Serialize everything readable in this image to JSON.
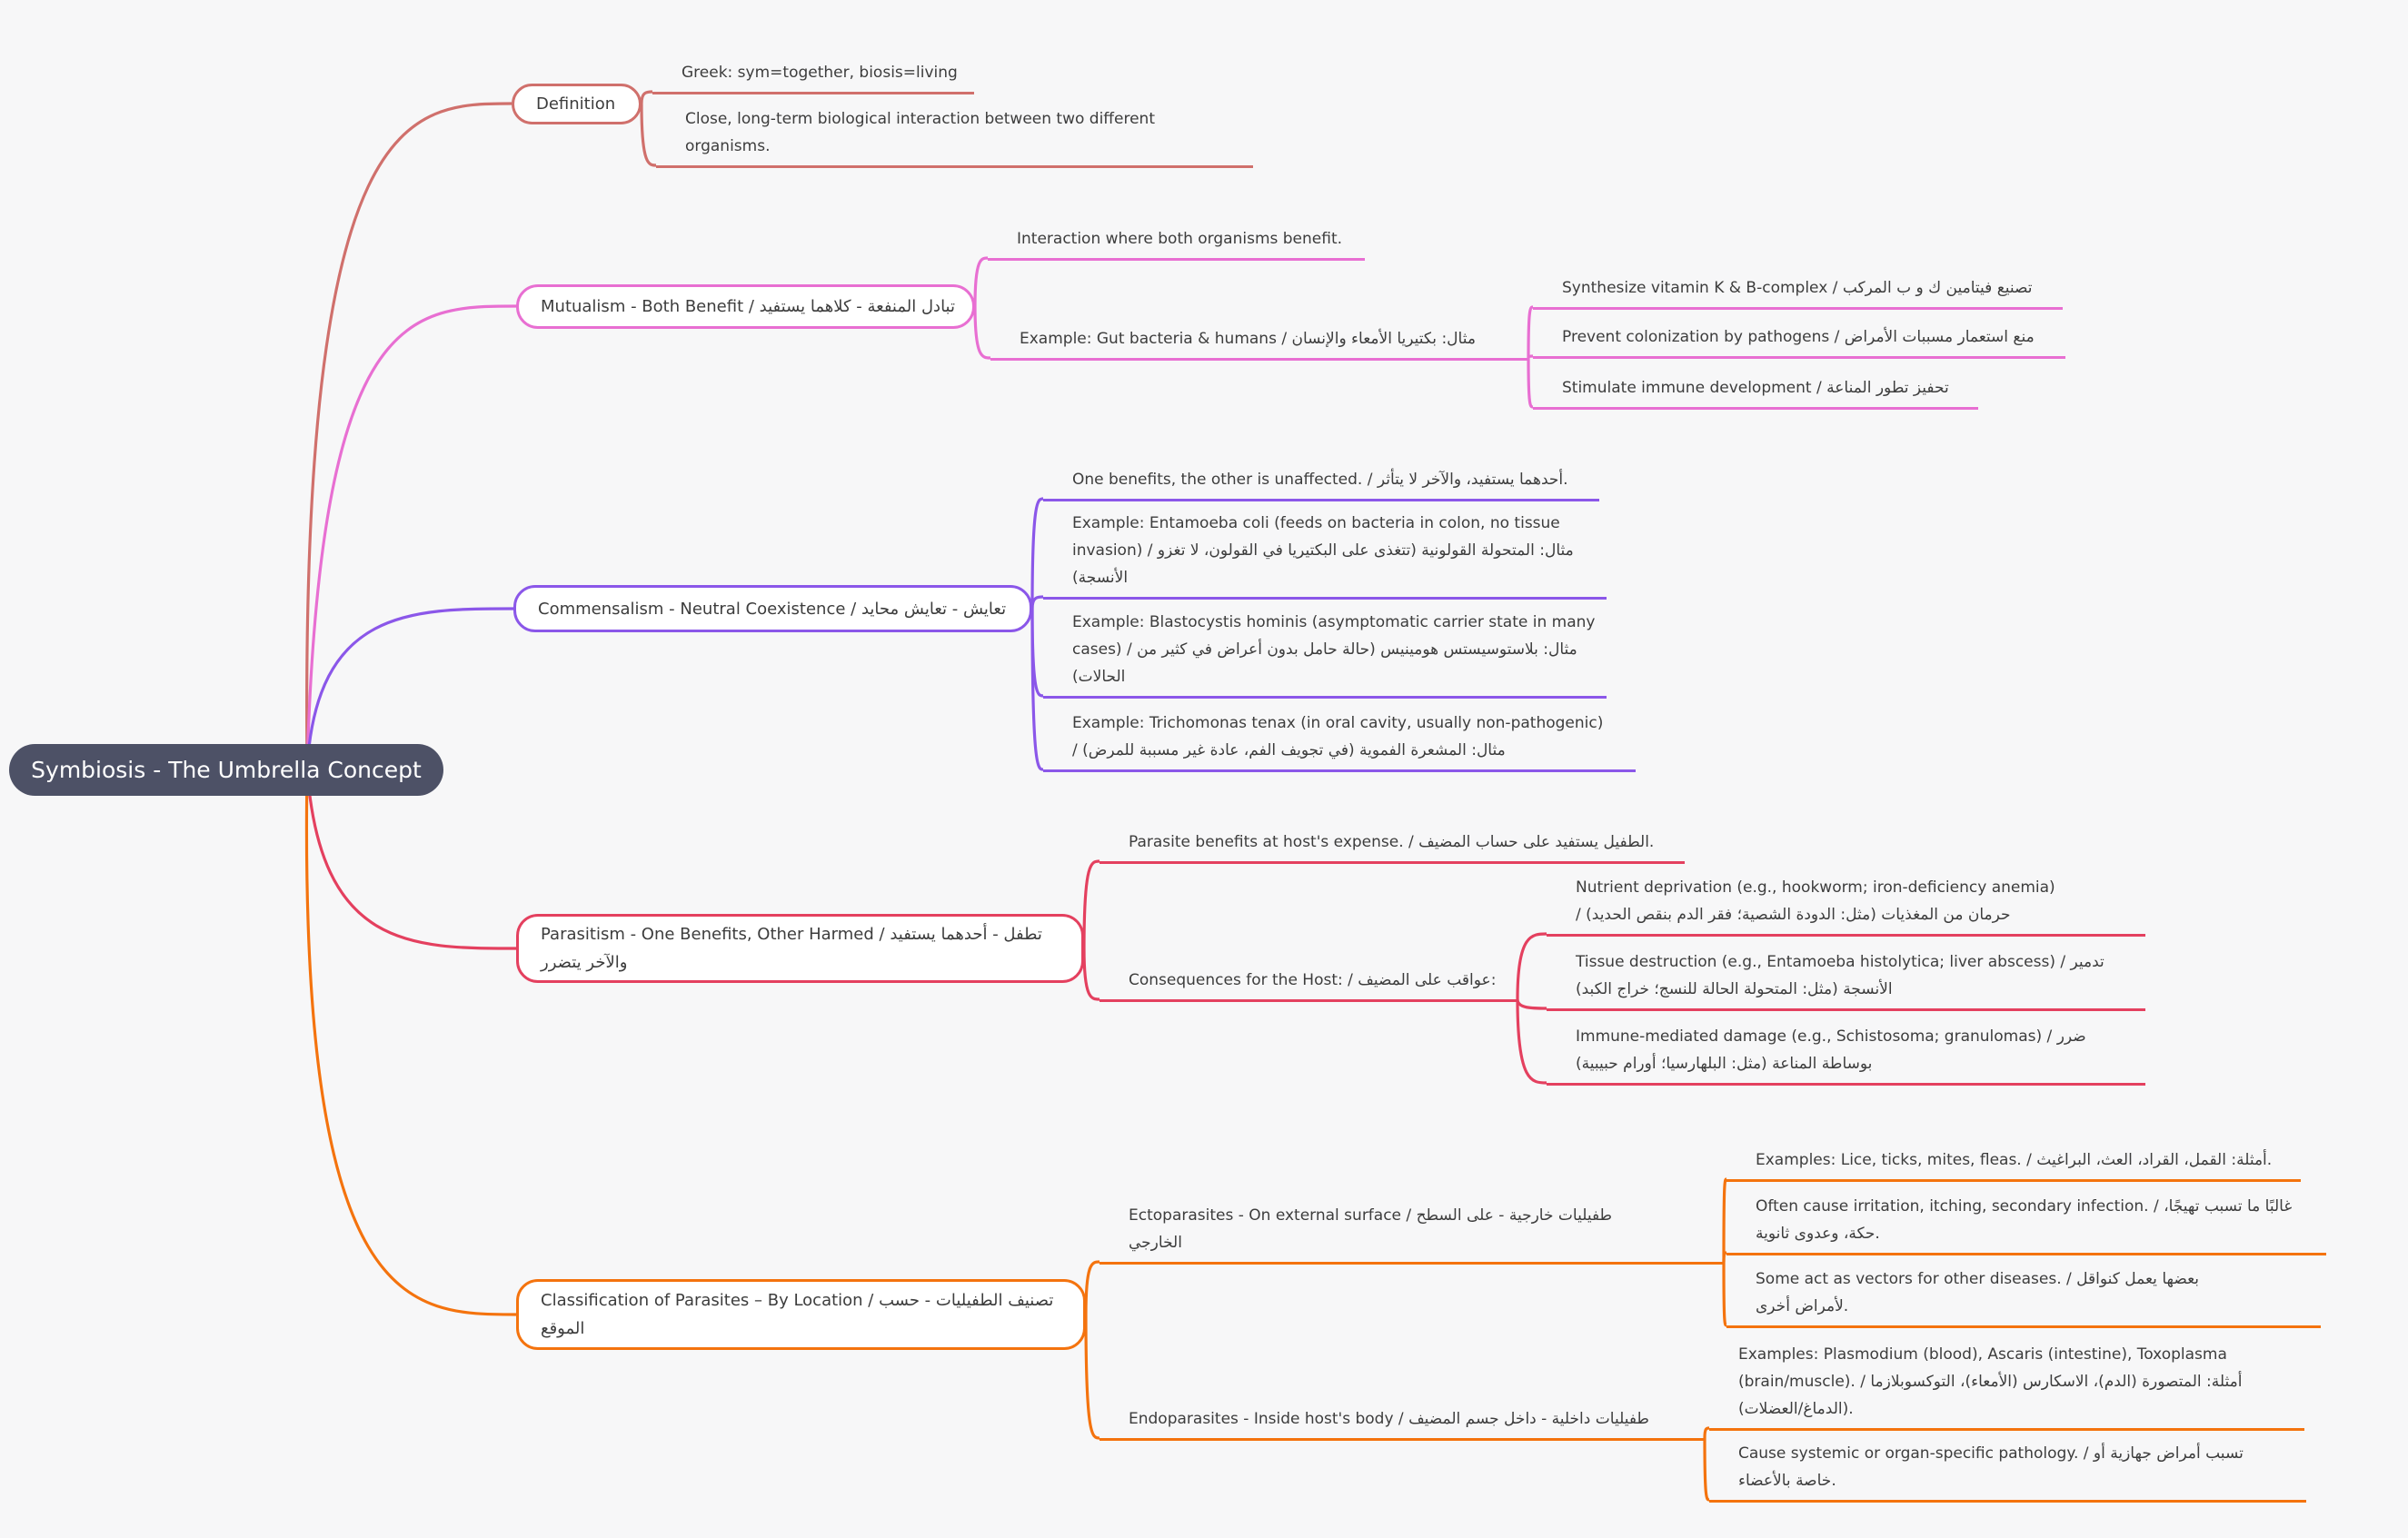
{
  "colors": {
    "background": "#f7f7f8",
    "root_bg": "#4d5166",
    "root_text": "#ffffff",
    "text": "#3d3d3d",
    "definition": "#d0706c",
    "mutualism": "#e86fd2",
    "commensalism": "#8b57e9",
    "parasitism": "#e4405f",
    "classification": "#f4730e"
  },
  "root": {
    "label": "Symbiosis - The Umbrella Concept"
  },
  "branches": [
    {
      "id": "definition",
      "label": "Definition",
      "color": "#d0706c",
      "children": [
        {
          "label": "Greek: sym=together, biosis=living"
        },
        {
          "label": "Close, long-term biological interaction between two different organisms."
        }
      ]
    },
    {
      "id": "mutualism",
      "label": "Mutualism - Both Benefit / تبادل المنفعة - كلاهما يستفيد",
      "color": "#e86fd2",
      "children": [
        {
          "label": "Interaction where both organisms benefit."
        },
        {
          "label": "Example: Gut bacteria & humans / مثال: بكتيريا الأمعاء والإنسان",
          "children": [
            {
              "label": "Synthesize vitamin K & B-complex / تصنيع فيتامين ك و ب المركب"
            },
            {
              "label": "Prevent colonization by pathogens / منع استعمار مسببات الأمراض"
            },
            {
              "label": "Stimulate immune development / تحفيز تطور المناعة"
            }
          ]
        }
      ]
    },
    {
      "id": "commensalism",
      "label": "Commensalism - Neutral Coexistence / تعايش - تعايش محايد",
      "color": "#8b57e9",
      "children": [
        {
          "label": "One benefits, the other is unaffected. / أحدهما يستفيد، والآخر لا يتأثر."
        },
        {
          "label": "Example: Entamoeba coli (feeds on bacteria in colon, no tissue invasion) / مثال: المتحولة القولونية (تتغذى على البكتيريا في القولون، لا تغزو الأنسجة)"
        },
        {
          "label": "Example: Blastocystis hominis (asymptomatic carrier state in many cases) / مثال: بلاستوسيستس هومينيس (حالة حامل بدون أعراض في كثير من الحالات)"
        },
        {
          "label": "Example: Trichomonas tenax (in oral cavity, usually non-pathogenic) / مثال: المشعرة الفموية (في تجويف الفم، عادة غير مسببة للمرض)"
        }
      ]
    },
    {
      "id": "parasitism",
      "label": "Parasitism - One Benefits, Other Harmed / تطفل - أحدهما يستفيد والآخر يتضرر",
      "color": "#e4405f",
      "children": [
        {
          "label": "Parasite benefits at host's expense. / الطفيل يستفيد على حساب المضيف."
        },
        {
          "label": "Consequences for the Host: / عواقب على المضيف:",
          "children": [
            {
              "label": "Nutrient deprivation (e.g., hookworm; iron-deficiency anemia) / حرمان من المغذيات (مثل: الدودة الشصية؛ فقر الدم بنقص الحديد)"
            },
            {
              "label": "Tissue destruction (e.g., Entamoeba histolytica; liver abscess) / تدمير الأنسجة (مثل: المتحولة الحالة للنسج؛ خراج الكبد)"
            },
            {
              "label": "Immune-mediated damage (e.g., Schistosoma; granulomas) / ضرر بوساطة المناعة (مثل: البلهارسيا؛ أورام حبيبية)"
            }
          ]
        }
      ]
    },
    {
      "id": "classification",
      "label": "Classification of Parasites – By Location / تصنيف الطفيليات - حسب الموقع",
      "color": "#f4730e",
      "children": [
        {
          "label": "Ectoparasites - On external surface / طفيليات خارجية - على السطح الخارجي",
          "children": [
            {
              "label": "Examples: Lice, ticks, mites, fleas. / أمثلة: القمل، القراد، العث، البراغيث."
            },
            {
              "label": "Often cause irritation, itching, secondary infection. / غالبًا ما تسبب تهيجًا، حكة، وعدوى ثانوية."
            },
            {
              "label": "Some act as vectors for other diseases. / بعضها يعمل كنواقل لأمراض أخرى."
            }
          ]
        },
        {
          "label": "Endoparasites - Inside host's body / طفيليات داخلية - داخل جسم المضيف",
          "children": [
            {
              "label": "Examples: Plasmodium (blood), Ascaris (intestine), Toxoplasma (brain/muscle). / أمثلة: المتصورة (الدم)، الاسكارس (الأمعاء)، التوكسوبلازما (الدماغ/العضلات)."
            },
            {
              "label": "Cause systemic or organ-specific pathology. / تسبب أمراض جهازية أو خاصة بالأعضاء."
            }
          ]
        }
      ]
    }
  ]
}
